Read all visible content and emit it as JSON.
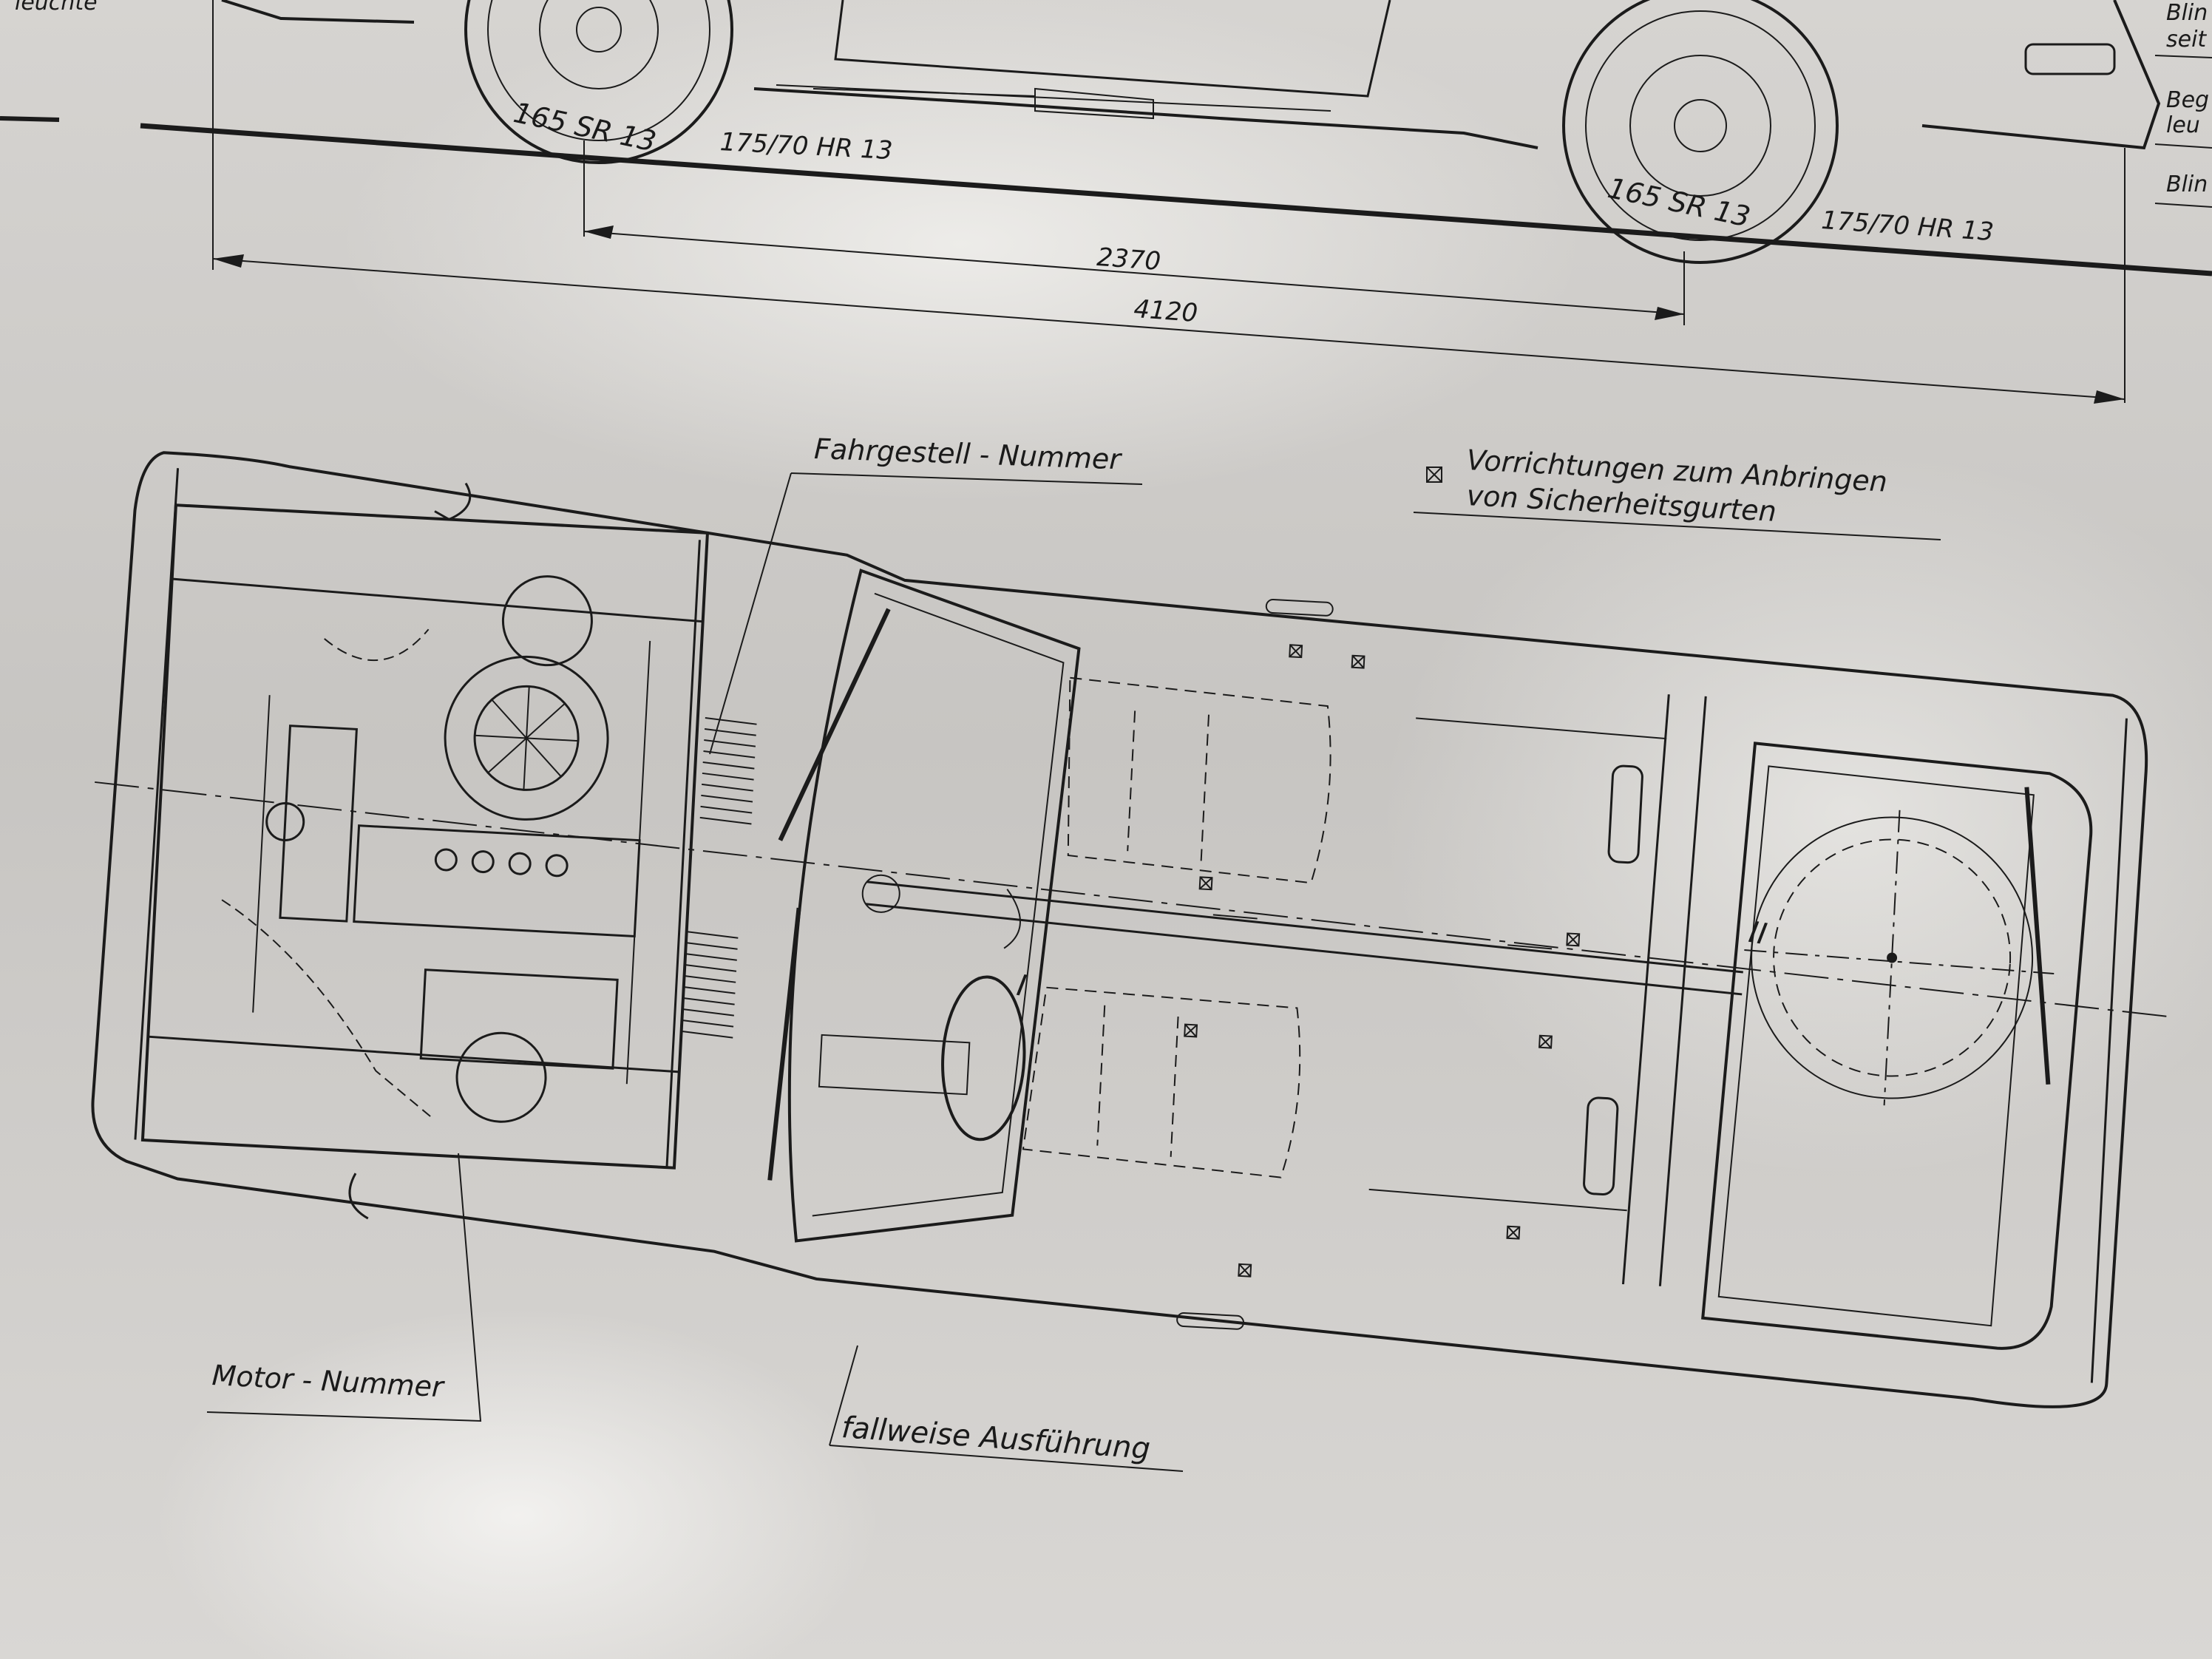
{
  "side_view": {
    "wheel_front_tire": "165 SR 13",
    "wheel_front_alt_tire": "175/70 HR 13",
    "wheel_rear_tire": "165 SR 13",
    "wheel_rear_alt_tire": "175/70 HR 13",
    "dim_wheelbase": "2370",
    "dim_overall_length": "4120",
    "label_left_cut": "leuchte",
    "label_right_1": "Blin",
    "label_right_1b": "seit",
    "label_right_2": "Beg",
    "label_right_2b": "leu",
    "label_right_3": "Blin"
  },
  "top_view": {
    "label_chassis_number": "Fahrgestell - Nummer",
    "label_belt_mounts_line1": "Vorrichtungen zum Anbringen",
    "label_belt_mounts_line2": "von Sicherheitsgurten",
    "label_engine_number": "Motor - Nummer",
    "label_optional_version": "fallweise Ausführung",
    "marker_I": "I",
    "marker_II": "II"
  }
}
